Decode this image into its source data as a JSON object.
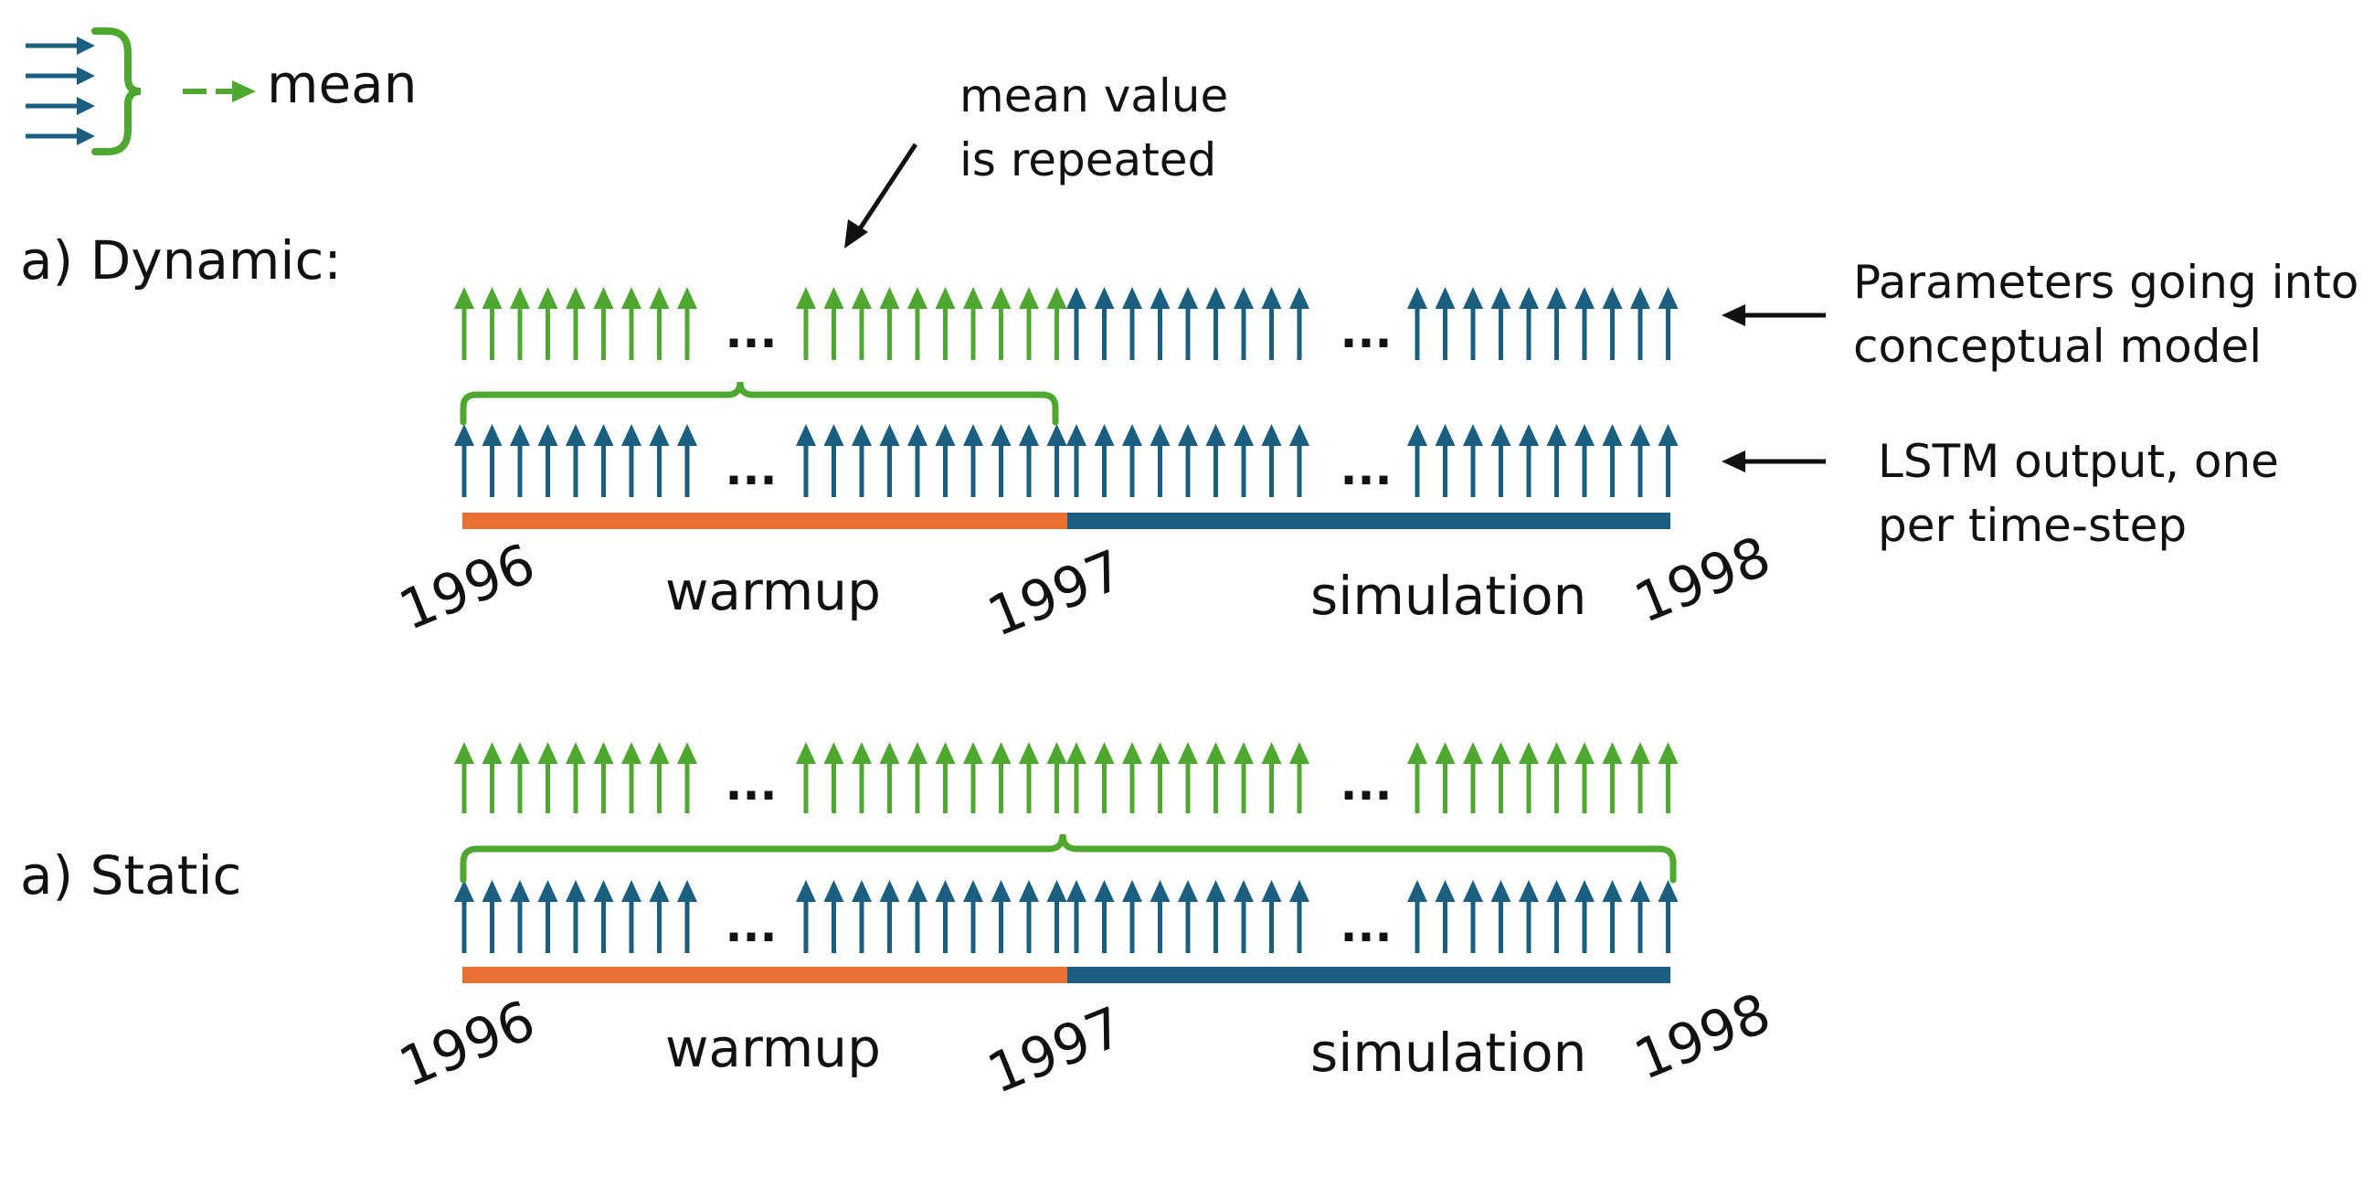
{
  "legend": {
    "text": "mean"
  },
  "annotation": {
    "line1": "mean value",
    "line2": "is repeated"
  },
  "sections": [
    {
      "id": "dynamic",
      "title": "a) Dynamic:",
      "start_year": "1996",
      "mid_year": "1997",
      "end_year": "1998",
      "warmup_label": "warmup",
      "simulation_label": "simulation",
      "ellipsis": "..."
    },
    {
      "id": "static",
      "title": "a) Static",
      "start_year": "1996",
      "mid_year": "1997",
      "end_year": "1998",
      "warmup_label": "warmup",
      "simulation_label": "simulation",
      "ellipsis": "..."
    }
  ],
  "right_labels": {
    "params_line1": "Parameters going into",
    "params_line2": "conceptual model",
    "lstm_line1": "LSTM output, one",
    "lstm_line2": "per time-step"
  },
  "colors": {
    "green": "#4EA72E",
    "blue": "#1A5E80",
    "orange": "#E97132",
    "black": "#111111"
  },
  "icons": {
    "arrow_up": "arrow-up-icon",
    "arrow_right": "arrow-right-icon",
    "brace": "curly-brace-icon"
  }
}
